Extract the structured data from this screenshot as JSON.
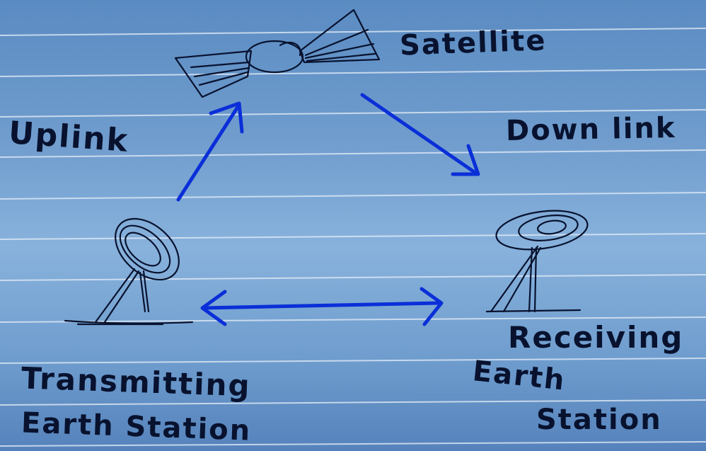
{
  "labels": {
    "satellite": "Satellite",
    "uplink": "Uplink",
    "downlink": "Down link",
    "transmitting_1": "Transmitting",
    "transmitting_2": "Earth Station",
    "receiving_1": "Receiving",
    "receiving_2": "Earth",
    "receiving_3": "Station"
  },
  "colors": {
    "paper": "#6f9ccd",
    "ink": "#08122e",
    "arrow": "#0a2fd8",
    "rule": "#dfe9f5"
  },
  "icons": [
    "satellite-icon",
    "transmitting-dish-icon",
    "receiving-dish-icon"
  ]
}
